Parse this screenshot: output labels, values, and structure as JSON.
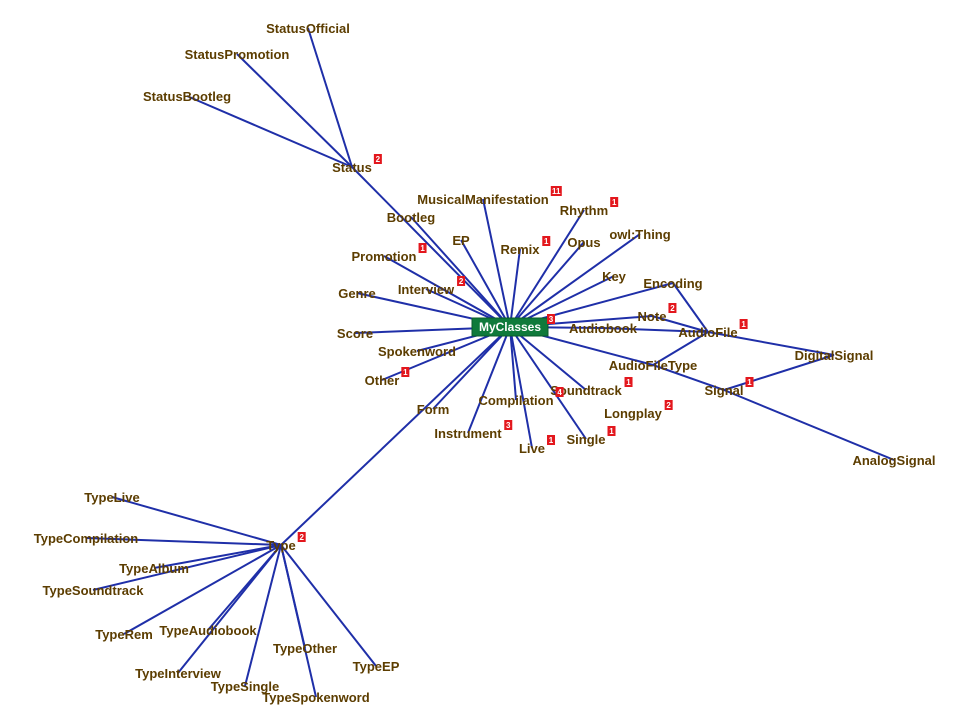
{
  "center": {
    "label": "MyClasses",
    "badge": "3"
  },
  "nodes": [
    {
      "id": "statusofficial",
      "label": "StatusOfficial"
    },
    {
      "id": "statuspromotion",
      "label": "StatusPromotion"
    },
    {
      "id": "statusbootleg",
      "label": "StatusBootleg"
    },
    {
      "id": "status",
      "label": "Status",
      "badge": "2"
    },
    {
      "id": "musicalmanifestation",
      "label": "MusicalManifestation",
      "badge": "11"
    },
    {
      "id": "rhythm",
      "label": "Rhythm",
      "badge": "1"
    },
    {
      "id": "bootleg",
      "label": "Bootleg"
    },
    {
      "id": "ep",
      "label": "EP"
    },
    {
      "id": "remix",
      "label": "Remix",
      "badge": "1"
    },
    {
      "id": "opus",
      "label": "Opus"
    },
    {
      "id": "owlthing",
      "label": "owl:Thing"
    },
    {
      "id": "promotion",
      "label": "Promotion",
      "badge": "1"
    },
    {
      "id": "interview",
      "label": "Interview",
      "badge": "2"
    },
    {
      "id": "genre",
      "label": "Genre"
    },
    {
      "id": "key",
      "label": "Key"
    },
    {
      "id": "encoding",
      "label": "Encoding"
    },
    {
      "id": "note",
      "label": "Note",
      "badge": "2"
    },
    {
      "id": "score",
      "label": "Score"
    },
    {
      "id": "audiobook",
      "label": "Audiobook"
    },
    {
      "id": "audiofile",
      "label": "AudioFile",
      "badge": "1"
    },
    {
      "id": "spokenword",
      "label": "Spokenword"
    },
    {
      "id": "audiofiletype",
      "label": "AudioFileType"
    },
    {
      "id": "digitalsignal",
      "label": "DigitalSignal"
    },
    {
      "id": "other",
      "label": "Other",
      "badge": "1"
    },
    {
      "id": "soundtrack",
      "label": "Soundtrack",
      "badge": "1"
    },
    {
      "id": "signal",
      "label": "Signal",
      "badge": "1"
    },
    {
      "id": "form",
      "label": "Form"
    },
    {
      "id": "compilation",
      "label": "Compilation",
      "badge": "4"
    },
    {
      "id": "longplay",
      "label": "Longplay",
      "badge": "2"
    },
    {
      "id": "instrument",
      "label": "Instrument",
      "badge": "3"
    },
    {
      "id": "live",
      "label": "Live",
      "badge": "1"
    },
    {
      "id": "single",
      "label": "Single",
      "badge": "1"
    },
    {
      "id": "analogsignal",
      "label": "AnalogSignal"
    },
    {
      "id": "type",
      "label": "Type",
      "badge": "2"
    },
    {
      "id": "typelive",
      "label": "TypeLive"
    },
    {
      "id": "typecompilation",
      "label": "TypeCompilation"
    },
    {
      "id": "typealbum",
      "label": "TypeAlbum"
    },
    {
      "id": "typesoundtrack",
      "label": "TypeSoundtrack"
    },
    {
      "id": "typerem",
      "label": "TypeRem"
    },
    {
      "id": "typeaudiobook",
      "label": "TypeAudiobook"
    },
    {
      "id": "typeother",
      "label": "TypeOther"
    },
    {
      "id": "typeep",
      "label": "TypeEP"
    },
    {
      "id": "typeinterview",
      "label": "TypeInterview"
    },
    {
      "id": "typesingle",
      "label": "TypeSingle"
    },
    {
      "id": "typespokenword",
      "label": "TypeSpokenword"
    }
  ],
  "edges": [
    [
      "status",
      "statusofficial"
    ],
    [
      "status",
      "statuspromotion"
    ],
    [
      "status",
      "statusbootleg"
    ],
    [
      "center",
      "status"
    ],
    [
      "center",
      "bootleg"
    ],
    [
      "center",
      "musicalmanifestation"
    ],
    [
      "center",
      "rhythm"
    ],
    [
      "center",
      "ep"
    ],
    [
      "center",
      "remix"
    ],
    [
      "center",
      "opus"
    ],
    [
      "center",
      "owlthing"
    ],
    [
      "center",
      "promotion"
    ],
    [
      "center",
      "interview"
    ],
    [
      "center",
      "genre"
    ],
    [
      "center",
      "key"
    ],
    [
      "center",
      "encoding"
    ],
    [
      "center",
      "score"
    ],
    [
      "center",
      "audiobook"
    ],
    [
      "center",
      "spokenword"
    ],
    [
      "center",
      "audiofiletype"
    ],
    [
      "center",
      "other"
    ],
    [
      "center",
      "soundtrack"
    ],
    [
      "center",
      "form"
    ],
    [
      "center",
      "compilation"
    ],
    [
      "center",
      "instrument"
    ],
    [
      "center",
      "live"
    ],
    [
      "center",
      "single"
    ],
    [
      "center",
      "type"
    ],
    [
      "center",
      "note"
    ],
    [
      "note",
      "audiofile"
    ],
    [
      "encoding",
      "audiofile"
    ],
    [
      "audiobook",
      "audiofile"
    ],
    [
      "audiofile",
      "digitalsignal"
    ],
    [
      "audiofiletype",
      "audiofile"
    ],
    [
      "audiofiletype",
      "signal"
    ],
    [
      "signal",
      "digitalsignal"
    ],
    [
      "signal",
      "analogsignal"
    ],
    [
      "type",
      "typelive"
    ],
    [
      "type",
      "typecompilation"
    ],
    [
      "type",
      "typealbum"
    ],
    [
      "type",
      "typesoundtrack"
    ],
    [
      "type",
      "typerem"
    ],
    [
      "type",
      "typeaudiobook"
    ],
    [
      "type",
      "typeother"
    ],
    [
      "type",
      "typeep"
    ],
    [
      "type",
      "typeinterview"
    ],
    [
      "type",
      "typesingle"
    ],
    [
      "type",
      "typespokenword"
    ]
  ]
}
